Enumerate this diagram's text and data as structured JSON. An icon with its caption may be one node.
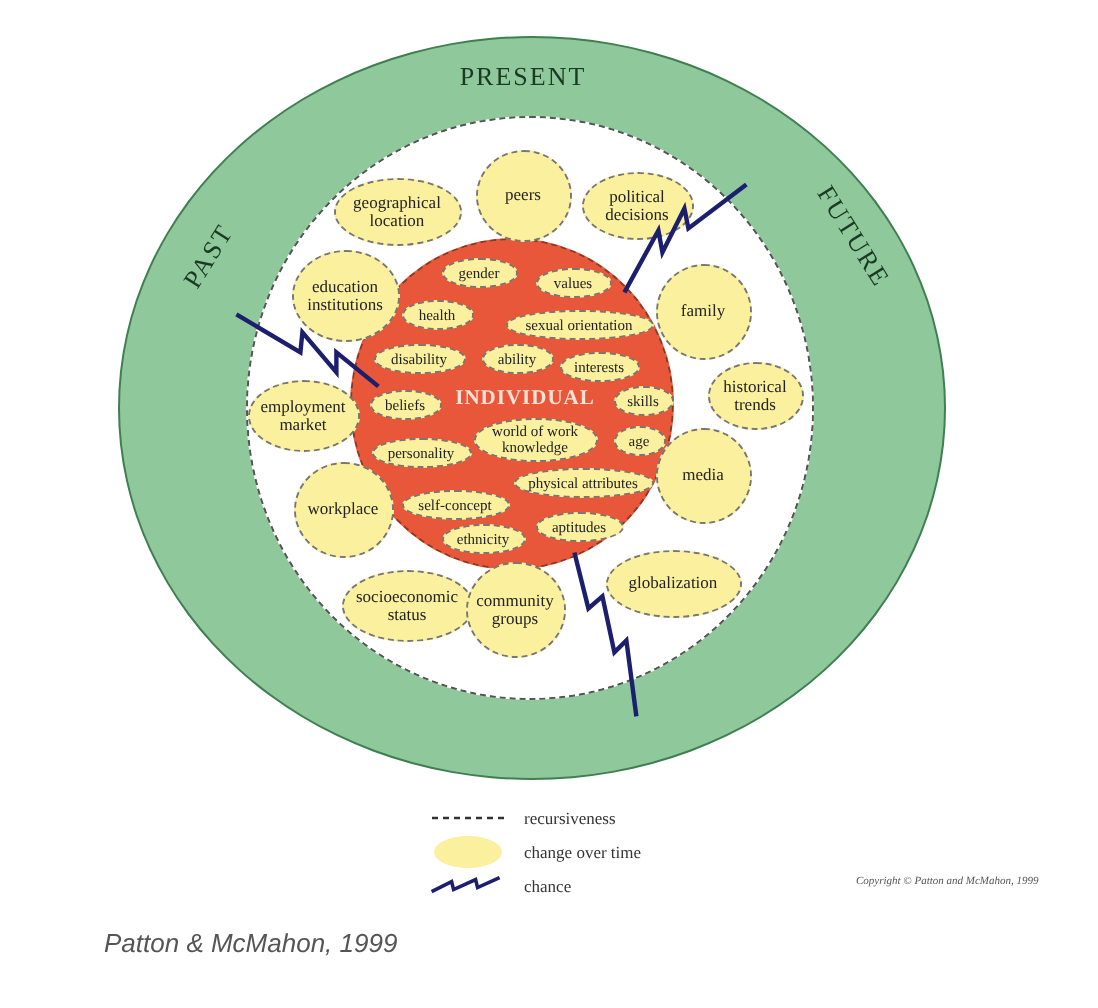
{
  "diagram": {
    "caption": "Patton & McMahon, 1999",
    "nodes": [
      {
        "text": [
          "PRESENT",
          "PAST",
          "FUTURE"
        ]
      },
      {
        "text": [],
        "shape": "circle",
        "in": 0
      },
      {
        "text": [
          "INDIVIDUAL"
        ],
        "in": 1
      },
      {
        "text": [
          "gender"
        ],
        "in": 2
      },
      {
        "text": [
          "values"
        ],
        "in": 2
      },
      {
        "text": [
          "health"
        ],
        "in": 2
      },
      {
        "text": [
          "sexual orientation"
        ],
        "in": 2
      },
      {
        "text": [
          "disability"
        ],
        "in": 2
      },
      {
        "text": [
          "ability"
        ],
        "in": 2
      },
      {
        "text": [
          "interests"
        ],
        "in": 2
      },
      {
        "text": [
          "beliefs"
        ],
        "in": 2
      },
      {
        "text": [
          "skills"
        ],
        "in": 2
      },
      {
        "text": [
          "world of work knowledge"
        ],
        "in": 2
      },
      {
        "text": [
          "age"
        ],
        "in": 2
      },
      {
        "text": [
          "personality"
        ],
        "in": 2
      },
      {
        "text": [
          "physical attributes"
        ],
        "in": 2
      },
      {
        "text": [
          "self-concept"
        ],
        "in": 2
      },
      {
        "text": [
          "ethnicity"
        ],
        "in": 2
      },
      {
        "text": [
          "aptitudes"
        ],
        "in": 2
      },
      {
        "text": [
          "geographical location"
        ],
        "in": 1
      },
      {
        "text": [
          "peers"
        ],
        "in": 1
      },
      {
        "text": [
          "political decisions"
        ],
        "in": 1
      },
      {
        "text": [
          "education institutions"
        ],
        "in": 1
      },
      {
        "text": [
          "family"
        ],
        "in": 1
      },
      {
        "text": [
          "historical trends"
        ],
        "in": 1
      },
      {
        "text": [
          "employment market"
        ],
        "in": 1
      },
      {
        "text": [
          "media"
        ],
        "in": 1
      },
      {
        "text": [
          "workplace"
        ],
        "in": 1
      },
      {
        "text": [
          "globalization"
        ],
        "in": 1
      },
      {
        "text": [
          "socioeconomic status"
        ],
        "in": 1
      },
      {
        "text": [
          "community groups"
        ],
        "in": 1
      }
    ],
    "labels": [
      "Copyright © Patton and McMahon, 1999"
    ],
    "legend": [
      {
        "text": "recursiveness"
      },
      {
        "text": "change over time",
        "color": "#fbf09e"
      },
      {
        "text": "chance"
      }
    ]
  }
}
